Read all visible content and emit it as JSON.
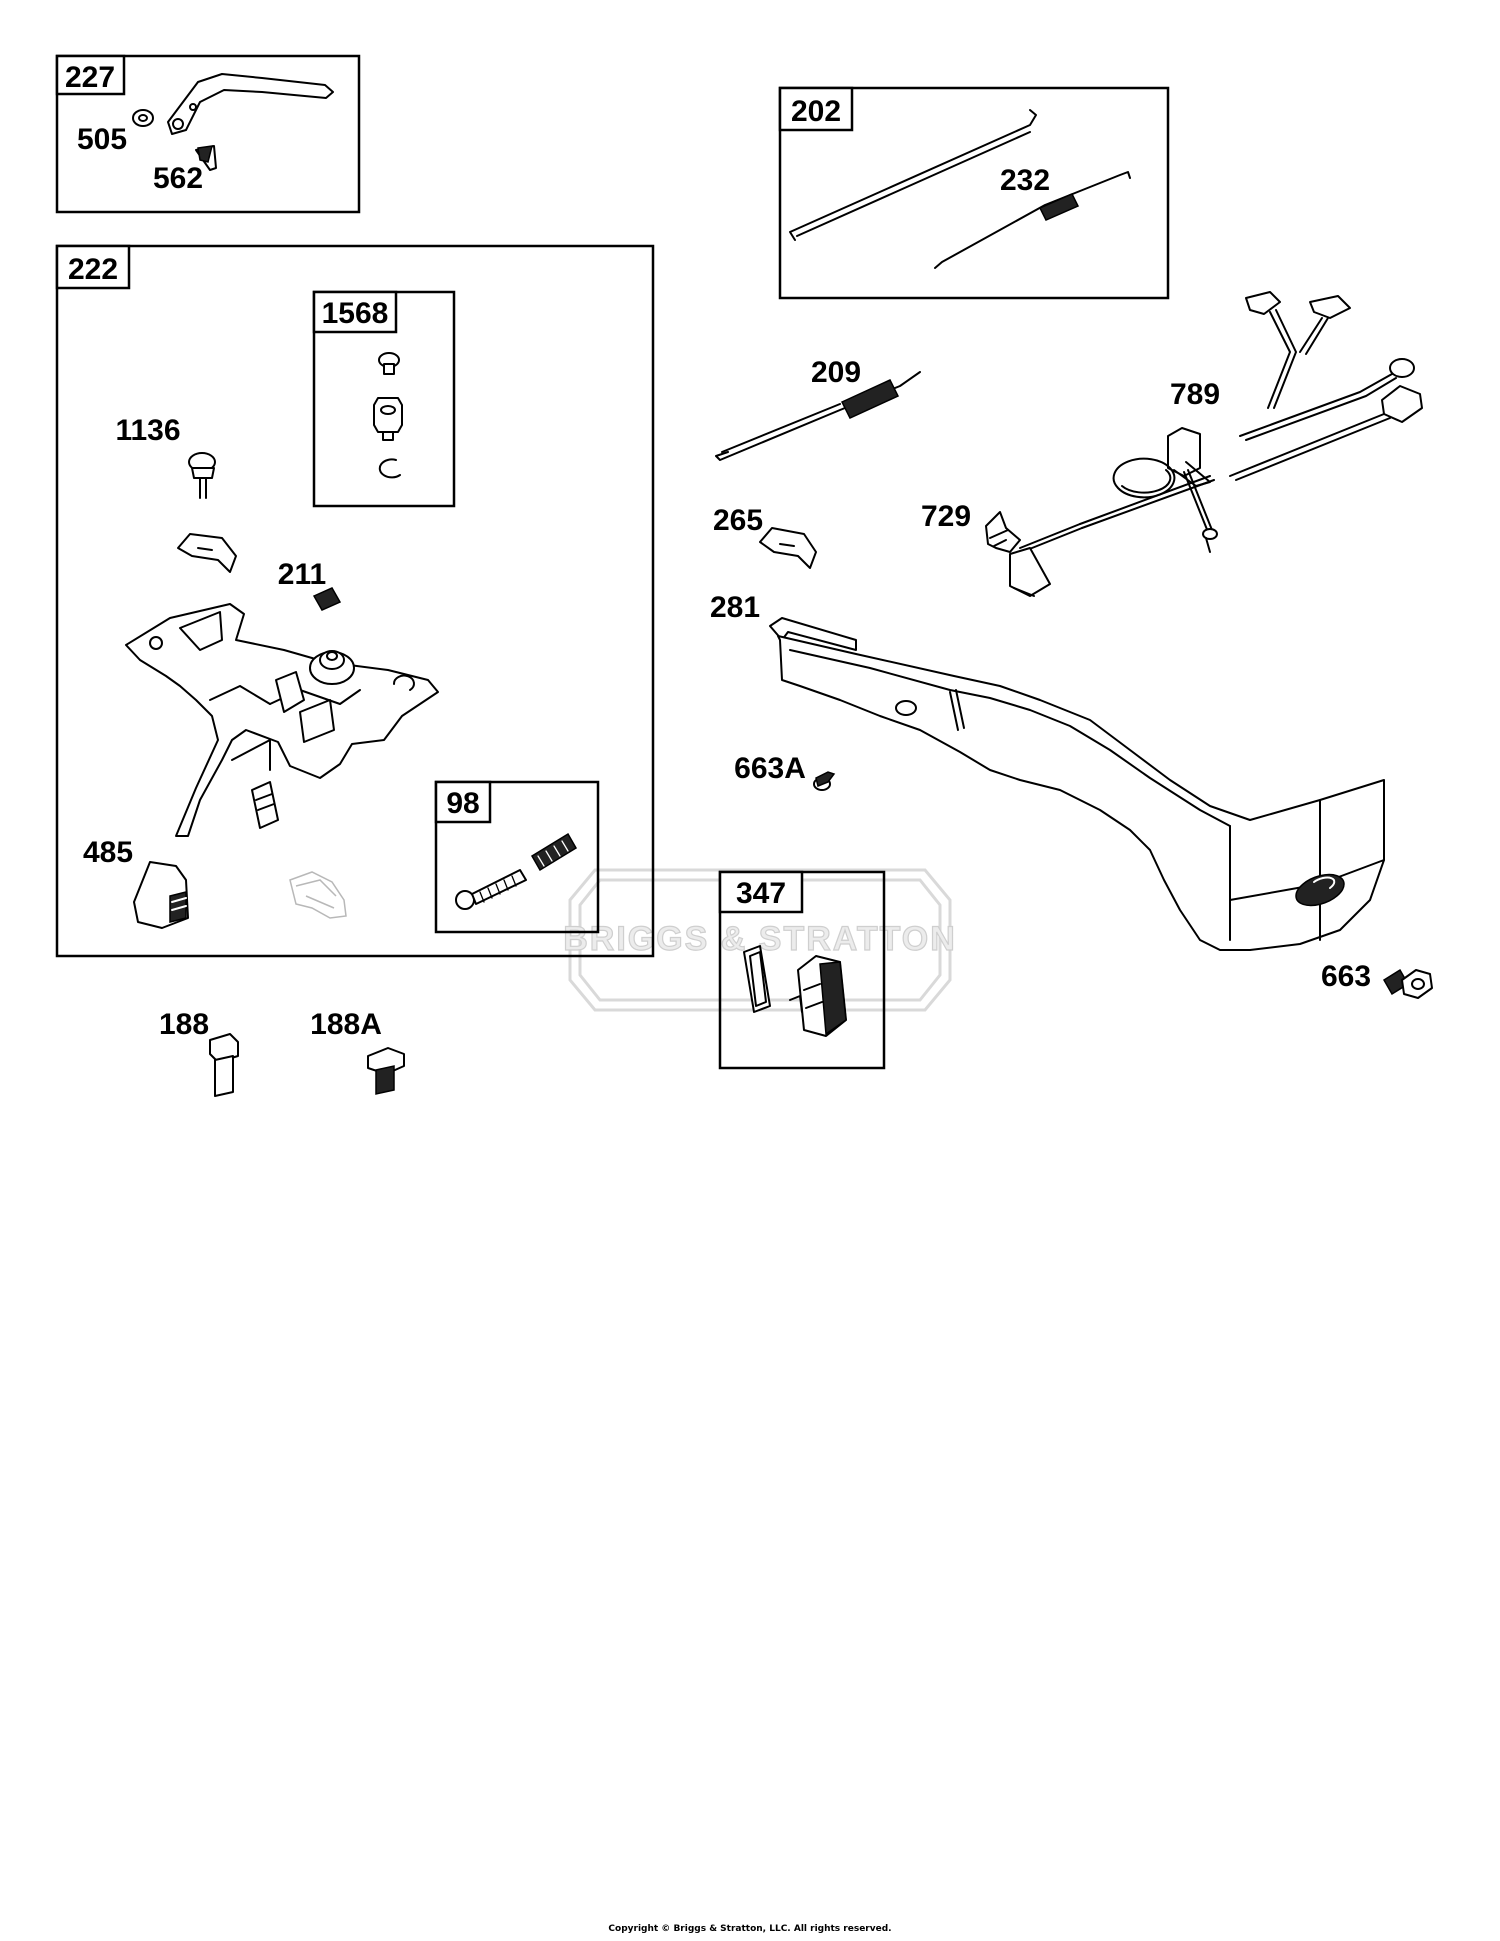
{
  "boxes": {
    "b227": "227",
    "b202": "202",
    "b222": "222",
    "b1568": "1568",
    "b98": "98",
    "b347": "347"
  },
  "labels": {
    "l505": "505",
    "l562": "562",
    "l232": "232",
    "l209": "209",
    "l789": "789",
    "l1136": "1136",
    "l211": "211",
    "l485": "485",
    "l265": "265",
    "l729": "729",
    "l281": "281",
    "l663A": "663A",
    "l663": "663",
    "l188": "188",
    "l188A": "188A"
  },
  "watermark": "BRIGGS & STRATTON",
  "copyright": "Copyright © Briggs & Stratton, LLC. All rights reserved."
}
